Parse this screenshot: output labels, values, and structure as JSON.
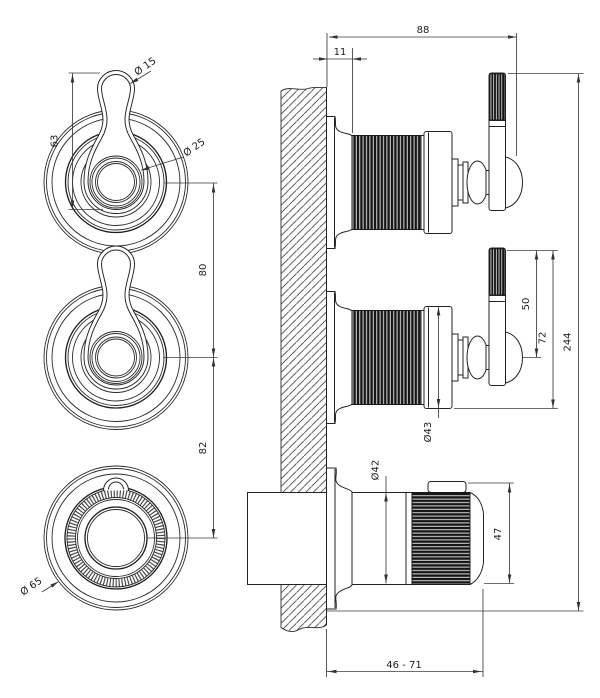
{
  "drawing": {
    "title": "three-handle-mixer-installation-drawing",
    "colors": {
      "background": "#ffffff",
      "line": "#232323"
    },
    "front_view": {
      "lever_tip_diameter": "Ø 15",
      "handle_hub_diameter": "Ø 25",
      "lever_length": "63",
      "handle_spacing_upper": "80",
      "handle_spacing_lower": "82",
      "knob_diameter": "Ø 65"
    },
    "side_view": {
      "total_depth": "88",
      "plate_offset": "11",
      "total_height": "244",
      "lever_top_to_center": "50",
      "lever_top_to_body_bottom": "72",
      "collar_diameter": "Ø43",
      "neck_diameter": "Ø42",
      "knob_depth": "47",
      "installation_depth_range": "46 - 71"
    }
  }
}
